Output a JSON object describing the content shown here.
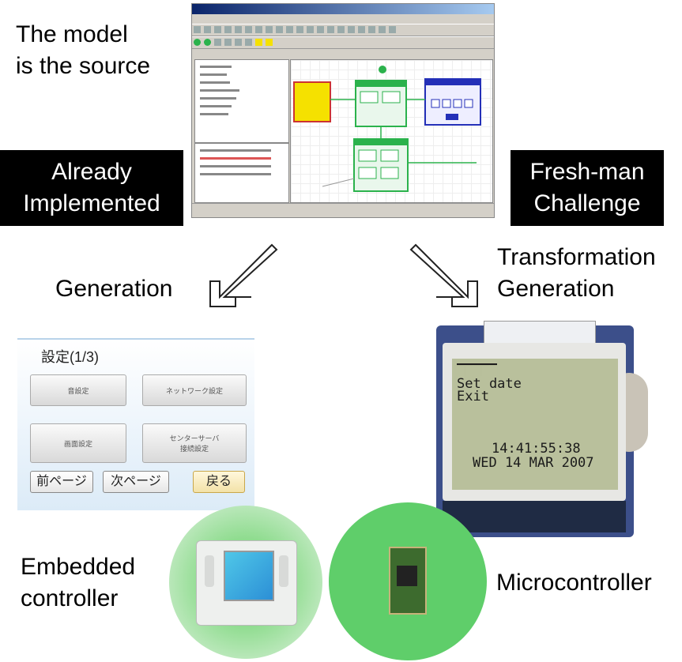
{
  "top_label": [
    "The model",
    "is the source"
  ],
  "left_box": [
    "Already",
    "Implemented"
  ],
  "right_box": [
    "Fresh-man",
    "Challenge"
  ],
  "left_arrow_label": "Generation",
  "right_arrow_label": [
    "Transformation",
    "Generation"
  ],
  "panel": {
    "title": "設定(1/3)",
    "buttons": [
      "音設定",
      "ネットワーク設定",
      "画面設定",
      "センターサーバ\n接続設定"
    ],
    "nav": [
      "前ページ",
      "次ページ",
      "戻る"
    ]
  },
  "lcd": {
    "lines": [
      "Set date",
      "Exit"
    ],
    "time": "14:41:55:38",
    "date": "WED 14 MAR 2007"
  },
  "bottom_left_label": [
    "Embedded",
    "controller"
  ],
  "bottom_right_label": "Microcontroller",
  "colors": {
    "green_circle": "#5fce6a",
    "black_box": "#000000",
    "uml_yellow": "#f5e100",
    "uml_green": "#2bb24c",
    "uml_blue": "#2430b8"
  }
}
